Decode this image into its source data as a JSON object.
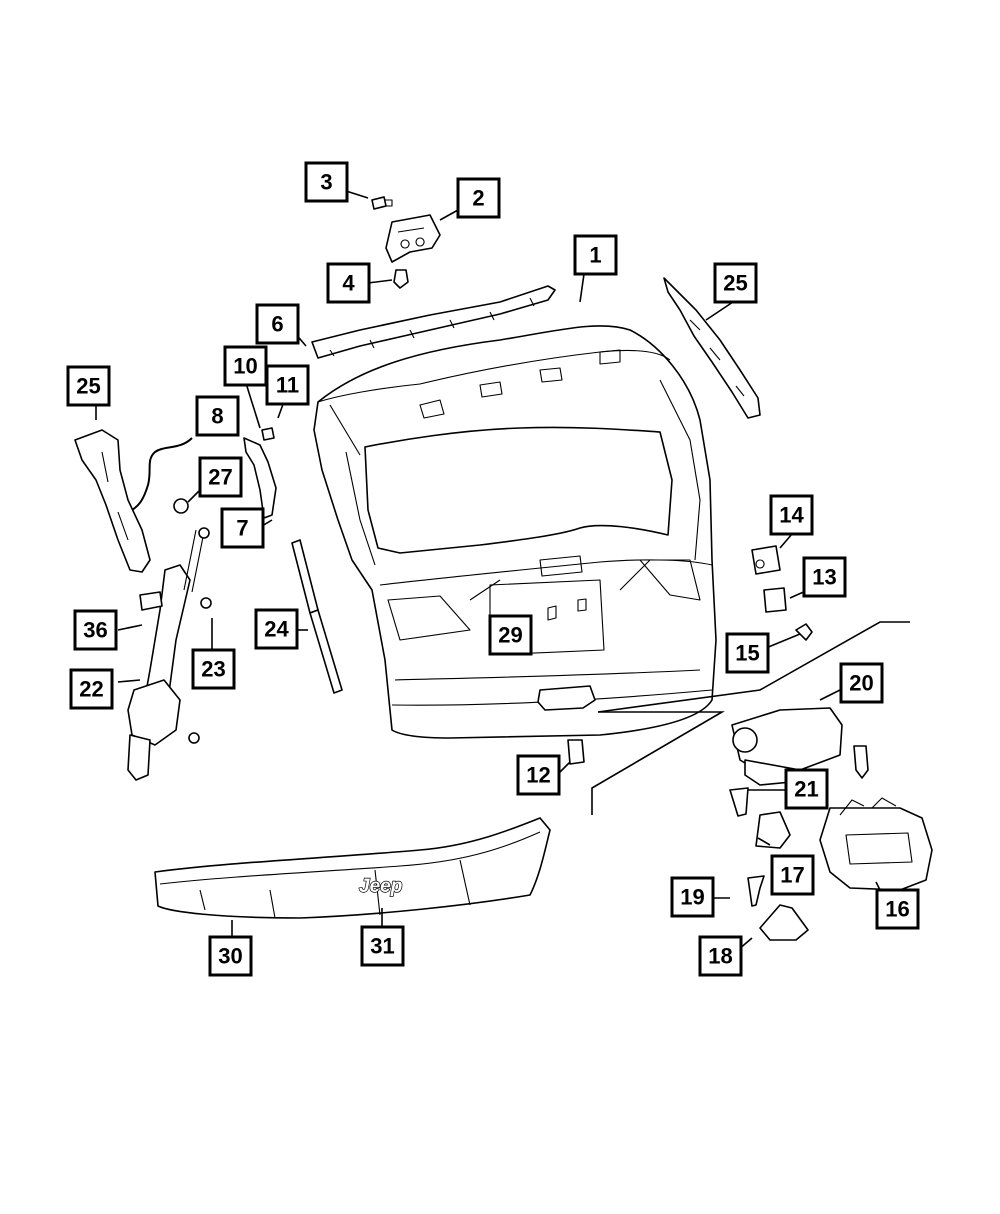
{
  "diagram": {
    "callouts": [
      "1",
      "2",
      "3",
      "4",
      "6",
      "10",
      "11",
      "8",
      "25",
      "25",
      "27",
      "7",
      "14",
      "13",
      "24",
      "36",
      "23",
      "29",
      "15",
      "22",
      "20",
      "12",
      "21",
      "17",
      "19",
      "16",
      "30",
      "31",
      "18"
    ],
    "emblem_text": "Jeep"
  }
}
